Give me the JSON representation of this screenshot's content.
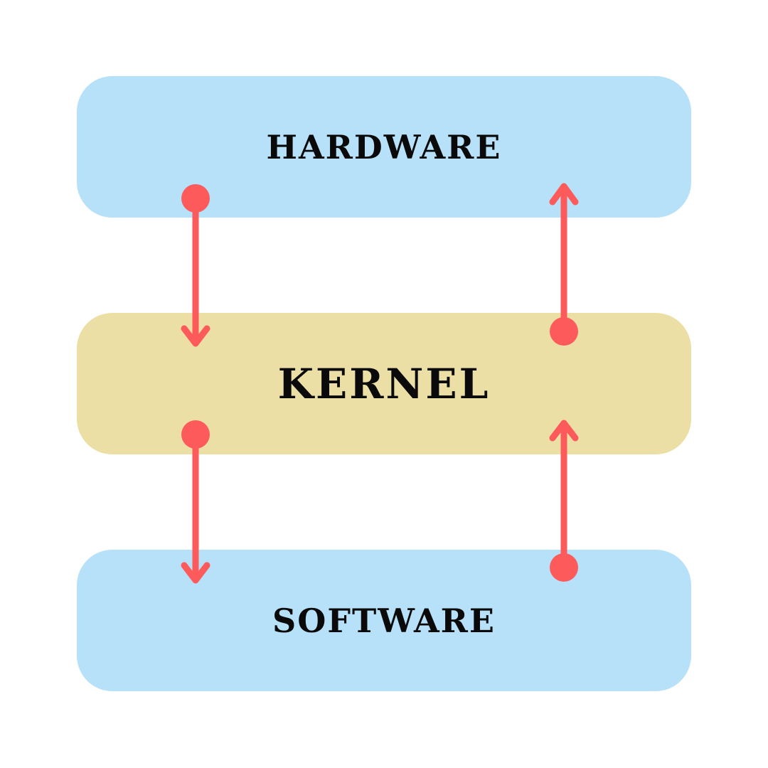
{
  "layers": [
    {
      "id": "hardware",
      "label": "HARDWARE",
      "color": "#b7e1f8"
    },
    {
      "id": "kernel",
      "label": "KERNEL",
      "color": "#ecdfa6"
    },
    {
      "id": "software",
      "label": "SOFTWARE",
      "color": "#b7e1f8"
    }
  ],
  "arrows": [
    {
      "from": "hardware",
      "to": "kernel"
    },
    {
      "from": "kernel",
      "to": "hardware"
    },
    {
      "from": "kernel",
      "to": "software"
    },
    {
      "from": "software",
      "to": "kernel"
    }
  ],
  "colors": {
    "arrow": "#fd5b5b",
    "text": "#0a0a0a",
    "background": "#ffffff"
  }
}
